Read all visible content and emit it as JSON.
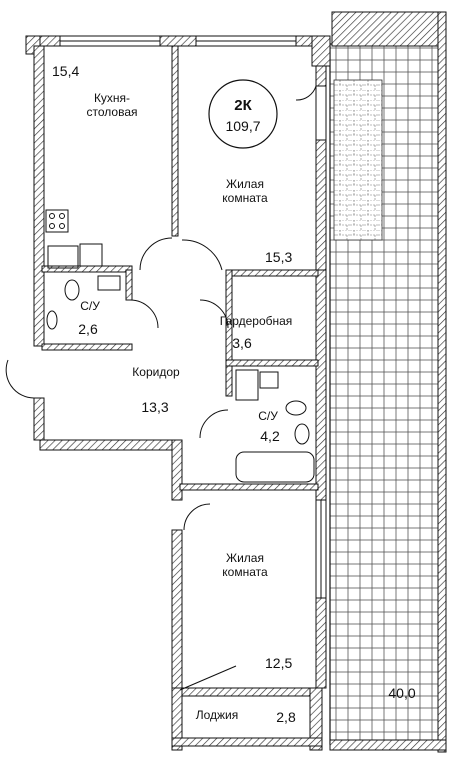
{
  "apartment": {
    "type": "2К",
    "total_area": "109,7"
  },
  "rooms": [
    {
      "id": "kitchen",
      "name": "Кухня-\nстоловая",
      "area": "15,4"
    },
    {
      "id": "living1",
      "name": "Жилая\nкомната",
      "area": "15,3"
    },
    {
      "id": "bath1",
      "name": "С/У",
      "area": "2,6"
    },
    {
      "id": "wardrobe",
      "name": "Гардеробная",
      "area": "3,6"
    },
    {
      "id": "corridor",
      "name": "Коридор",
      "area": "13,3"
    },
    {
      "id": "bath2",
      "name": "С/У",
      "area": "4,2"
    },
    {
      "id": "living2",
      "name": "Жилая\nкомната",
      "area": "12,5"
    },
    {
      "id": "loggia",
      "name": "Лоджия",
      "area": "2,8"
    },
    {
      "id": "terrace",
      "name": "",
      "area": "40,0"
    }
  ],
  "colors": {
    "wall": "#888888",
    "hatch": "#222222",
    "line": "#111111"
  }
}
